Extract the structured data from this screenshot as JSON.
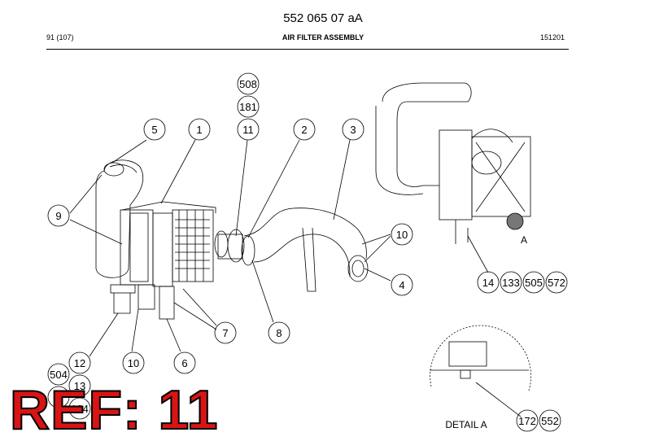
{
  "header": {
    "doc_number": "552 065 07 aA",
    "page_ref": "91 (107)",
    "title": "AIR FILTER ASSEMBLY",
    "date_code": "151201"
  },
  "callouts": {
    "c508": "508",
    "c181": "181",
    "c11": "11",
    "c5": "5",
    "c1": "1",
    "c2": "2",
    "c3": "3",
    "c9": "9",
    "c10r": "10",
    "c4": "4",
    "c7": "7",
    "c8": "8",
    "c12": "12",
    "c10b": "10",
    "c6": "6",
    "c504": "504",
    "c13": "13",
    "c5b": "5",
    "c134": "134",
    "c14": "14",
    "c133": "133",
    "c505": "505",
    "c572": "572",
    "c172": "172",
    "c552": "552"
  },
  "labels": {
    "detail_marker": "A",
    "detail_caption": "DETAIL A"
  },
  "banner": {
    "text": "REF: 11",
    "color": "#d81414"
  }
}
